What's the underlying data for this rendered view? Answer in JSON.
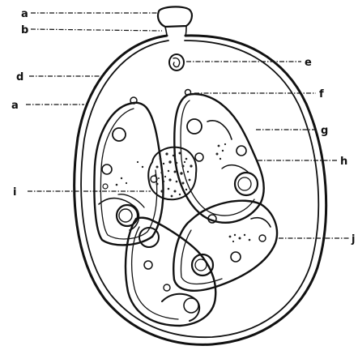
{
  "diagram": {
    "labels": {
      "a_top": "a",
      "b": "b",
      "d": "d",
      "a_left": "a",
      "i": "i",
      "e": "e",
      "f": "f",
      "g": "g",
      "h": "h",
      "j": "j"
    },
    "colors": {
      "ink": "#111111",
      "background": "#ffffff"
    }
  }
}
